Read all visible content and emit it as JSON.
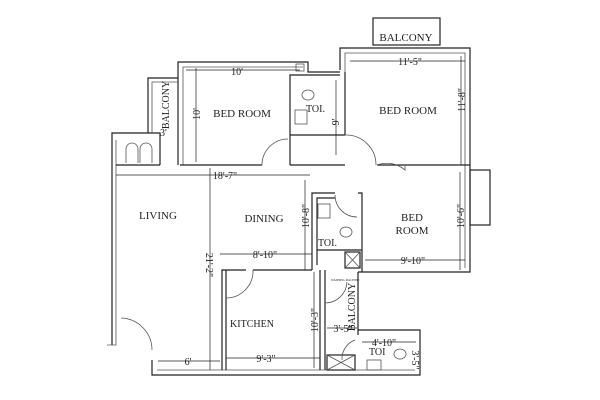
{
  "rooms": {
    "balcony_top": "BALCONY",
    "bedroom_left": "BED ROOM",
    "bedroom_right": "BED ROOM",
    "toilet_top": "TOI.",
    "balcony_left": "BALCONY",
    "living": "LIVING",
    "dining": "DINING",
    "toilet_mid": "TOI.",
    "bedroom_3_line1": "BED",
    "bedroom_3_line2": "ROOM",
    "kitchen": "KITCHEN",
    "washing_machine": "WASHING MACHINE",
    "balcony_bottom": "BALCONY",
    "toilet_bottom": "TOI"
  },
  "dimensions": {
    "bedroom_left_width": "10'",
    "bedroom_left_height": "10'",
    "toilet_top_height": "9'",
    "bedroom_right_width": "11'-5\"",
    "bedroom_right_height": "11'-8\"",
    "balcony_left_width": "3'",
    "living_width": "18'-7\"",
    "dining_height": "10'-8\"",
    "bedroom_3_height": "10'-6\"",
    "bedroom_3_width": "9'-10\"",
    "dining_width": "8'-10\"",
    "living_height": "21'-2\"",
    "kitchen_height": "10'-3\"",
    "balcony_bottom_width": "3'-5\"",
    "toilet_bottom_width": "4'-10\"",
    "toilet_bottom_height": "3'-5\"",
    "entry_width": "6'",
    "kitchen_width": "9'-3\""
  }
}
